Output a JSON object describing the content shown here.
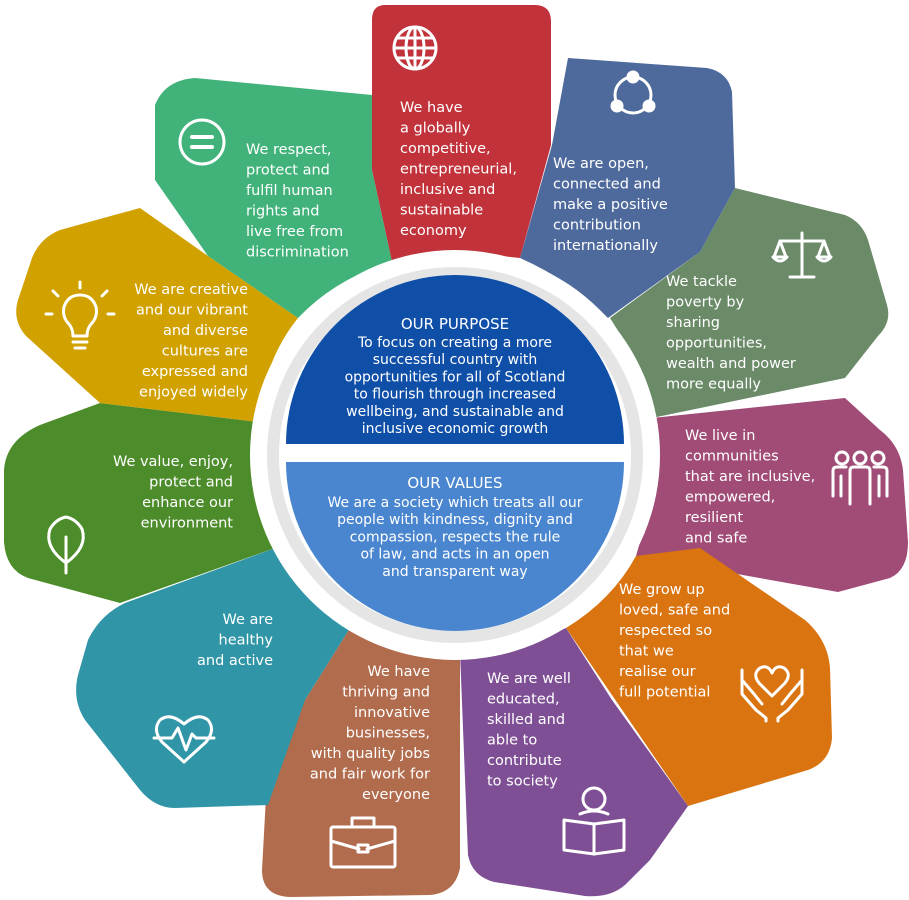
{
  "colors": {
    "economy": "#c1323a",
    "international": "#4e6a9c",
    "poverty": "#6a8a68",
    "communities": "#a04c76",
    "children": "#d97411",
    "education": "#7f4f95",
    "business": "#b16c4d",
    "health": "#2f95a7",
    "environment": "#4d8c2a",
    "culture": "#d1a100",
    "human_rights": "#41b37a",
    "purpose": "#0f4fa8",
    "values": "#4a86cf"
  },
  "outcomes": {
    "economy": [
      "We have",
      "a globally",
      "competitive,",
      "entrepreneurial,",
      "inclusive and",
      "sustainable",
      "economy"
    ],
    "international": [
      "We are open,",
      "connected and",
      "make a positive",
      "contribution",
      "internationally"
    ],
    "poverty": [
      "We tackle",
      "poverty by",
      "sharing",
      "opportunities,",
      "wealth and power",
      "more equally"
    ],
    "communities": [
      "We live in",
      "communities",
      "that are inclusive,",
      "empowered,",
      "resilient",
      "and safe"
    ],
    "children": [
      "We grow up",
      "loved, safe and",
      "respected so",
      "that we",
      "realise our",
      "full potential"
    ],
    "education": [
      "We are well",
      "educated,",
      "skilled and",
      "able to",
      "contribute",
      "to society"
    ],
    "business": [
      "We have",
      "thriving and",
      "innovative",
      "businesses,",
      "with quality jobs",
      "and fair work for",
      "everyone"
    ],
    "health": [
      "We are",
      "healthy",
      "and active"
    ],
    "environment": [
      "We value, enjoy,",
      "protect and",
      "enhance our",
      "environment"
    ],
    "culture": [
      "We are creative",
      "and our vibrant",
      "and diverse",
      "cultures are",
      "expressed and",
      "enjoyed widely"
    ],
    "human_rights": [
      "We respect,",
      "protect and",
      "fulfil human",
      "rights and",
      "live free from",
      "discrimination"
    ]
  },
  "icons": {
    "economy": "globe-icon",
    "international": "connected-circles-icon",
    "poverty": "scales-icon",
    "communities": "people-icon",
    "children": "hands-heart-icon",
    "education": "reading-person-icon",
    "business": "briefcase-icon",
    "health": "heartbeat-icon",
    "environment": "leaf-icon",
    "culture": "lightbulb-icon",
    "human_rights": "equals-icon"
  },
  "purpose": {
    "title": "OUR PURPOSE",
    "lines": [
      "To focus on creating a more",
      "successful country with",
      "opportunities for all of Scotland",
      "to flourish through increased",
      "wellbeing, and sustainable and",
      "inclusive economic growth"
    ]
  },
  "values": {
    "title": "OUR VALUES",
    "lines": [
      "We are a society which treats all our",
      "people with kindness, dignity and",
      "compassion, respects the rule",
      "of law, and acts in an open",
      "and transparent way"
    ]
  }
}
